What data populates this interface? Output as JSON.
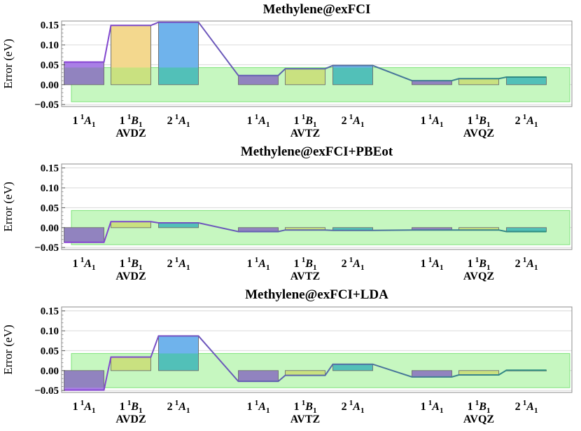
{
  "chart_data": [
    {
      "type": "bar",
      "title": "Methylene@exFCI",
      "ylabel": "Error (eV)",
      "ylim": [
        -0.055,
        0.16
      ],
      "yticks": [
        "-0.05",
        "0.00",
        "0.05",
        "0.10",
        "0.15"
      ],
      "grid": "horizontal",
      "tolerance_band": [
        -0.043,
        0.043
      ],
      "groups": [
        {
          "label": "AVDZ",
          "states": [
            {
              "label": "1 1A1",
              "value": 0.057
            },
            {
              "label": "1 1B1",
              "value": 0.149
            },
            {
              "label": "2 1A1",
              "value": 0.157
            }
          ]
        },
        {
          "label": "AVTZ",
          "states": [
            {
              "label": "1 1A1",
              "value": 0.023
            },
            {
              "label": "1 1B1",
              "value": 0.04
            },
            {
              "label": "2 1A1",
              "value": 0.048
            }
          ]
        },
        {
          "label": "AVQZ",
          "states": [
            {
              "label": "1 1A1",
              "value": 0.01
            },
            {
              "label": "1 1B1",
              "value": 0.015
            },
            {
              "label": "2 1A1",
              "value": 0.019
            }
          ]
        }
      ]
    },
    {
      "type": "bar",
      "title": "Methylene@exFCI+PBEot",
      "ylabel": "Error (eV)",
      "ylim": [
        -0.055,
        0.16
      ],
      "yticks": [
        "-0.05",
        "0.00",
        "0.05",
        "0.10",
        "0.15"
      ],
      "grid": "horizontal",
      "tolerance_band": [
        -0.043,
        0.043
      ],
      "groups": [
        {
          "label": "AVDZ",
          "states": [
            {
              "label": "1 1A1",
              "value": -0.037
            },
            {
              "label": "1 1B1",
              "value": 0.015
            },
            {
              "label": "2 1A1",
              "value": 0.012
            }
          ]
        },
        {
          "label": "AVTZ",
          "states": [
            {
              "label": "1 1A1",
              "value": -0.01
            },
            {
              "label": "1 1B1",
              "value": -0.006
            },
            {
              "label": "2 1A1",
              "value": -0.007
            }
          ]
        },
        {
          "label": "AVQZ",
          "states": [
            {
              "label": "1 1A1",
              "value": -0.006
            },
            {
              "label": "1 1B1",
              "value": -0.006
            },
            {
              "label": "2 1A1",
              "value": -0.01
            }
          ]
        }
      ]
    },
    {
      "type": "bar",
      "title": "Methylene@exFCI+LDA",
      "ylabel": "Error (eV)",
      "ylim": [
        -0.055,
        0.16
      ],
      "yticks": [
        "-0.05",
        "0.00",
        "0.05",
        "0.10",
        "0.15"
      ],
      "grid": "horizontal",
      "tolerance_band": [
        -0.043,
        0.043
      ],
      "groups": [
        {
          "label": "AVDZ",
          "states": [
            {
              "label": "1 1A1",
              "value": -0.049
            },
            {
              "label": "1 1B1",
              "value": 0.034
            },
            {
              "label": "2 1A1",
              "value": 0.087
            }
          ]
        },
        {
          "label": "AVTZ",
          "states": [
            {
              "label": "1 1A1",
              "value": -0.027
            },
            {
              "label": "1 1B1",
              "value": -0.012
            },
            {
              "label": "2 1A1",
              "value": 0.016
            }
          ]
        },
        {
          "label": "AVQZ",
          "states": [
            {
              "label": "1 1A1",
              "value": -0.016
            },
            {
              "label": "1 1B1",
              "value": -0.011
            },
            {
              "label": "2 1A1",
              "value": 0.001
            }
          ]
        }
      ]
    }
  ],
  "state_label_parts": [
    {
      "num": "1",
      "sup": "1",
      "sym": "A",
      "sub": "1"
    },
    {
      "num": "1",
      "sup": "1",
      "sym": "B",
      "sub": "1"
    },
    {
      "num": "2",
      "sup": "1",
      "sym": "A",
      "sub": "1"
    }
  ],
  "colors": {
    "band_fill": "#c6f7c0",
    "band_stroke": "#7ee37a",
    "bar_1A1": "#a97fe6",
    "bar_1B1": "#f3d88e",
    "bar_2A1": "#6fb3ec",
    "bar_1A1_inband": "#9183bf",
    "bar_1B1_inband": "#c9e180",
    "bar_2A1_inband": "#52c0b8",
    "line_start": "#8a3fd6",
    "line_end": "#2a8f7e",
    "grid": "#d9d9d9",
    "frame": "#8c8c8c"
  }
}
